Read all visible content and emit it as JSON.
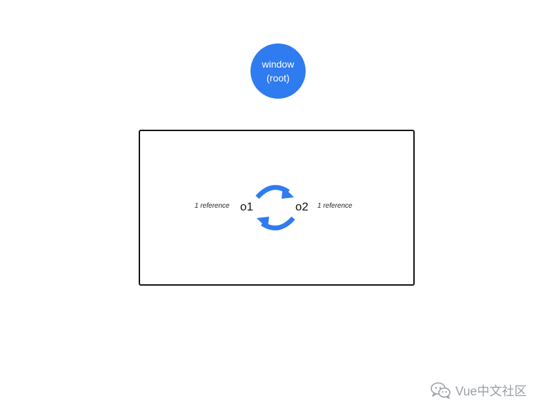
{
  "diagram": {
    "root_node": {
      "line1": "window",
      "line2": "(root)",
      "color": "#2f7bf0"
    },
    "objects": [
      {
        "label": "o1",
        "reference_note": "1 reference"
      },
      {
        "label": "o2",
        "reference_note": "1 reference"
      }
    ],
    "cycle_icon": "circular-arrows-icon",
    "cycle_color": "#2f7bf0"
  },
  "watermark": {
    "icon": "wechat-icon",
    "text": "Vue中文社区"
  }
}
